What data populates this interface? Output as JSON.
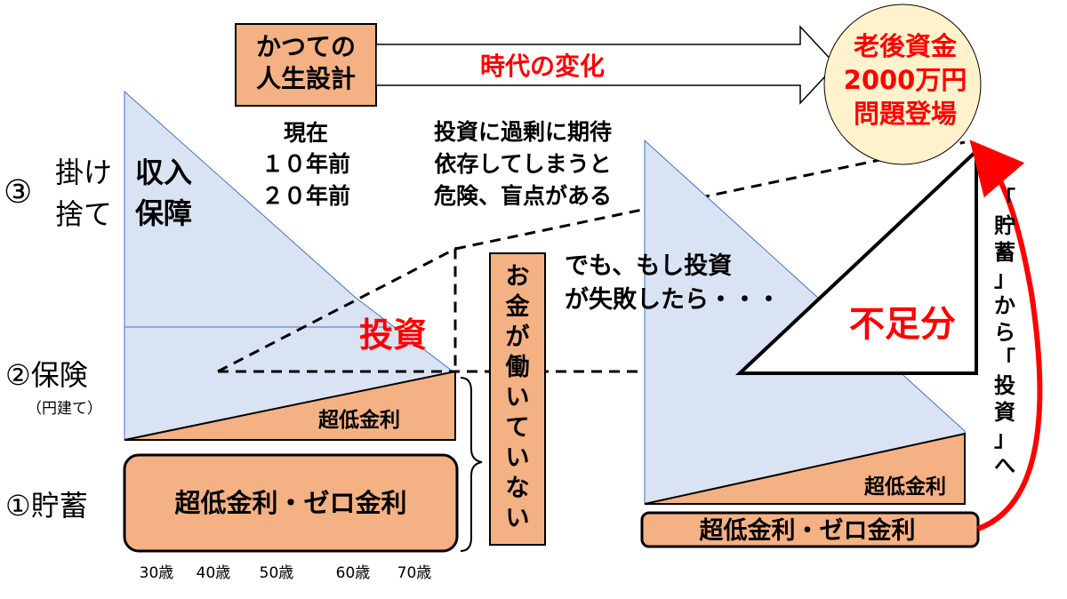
{
  "header": {
    "old_design_box": [
      "かつての",
      "人生設計"
    ],
    "change_label": "時代の変化",
    "goal_circle": [
      "老後資金",
      "2000万円",
      "問題登場"
    ]
  },
  "legend": {
    "current": "現在",
    "ten_years": "１０年前",
    "twenty_years": "２０年前"
  },
  "left_labels": {
    "kakesute": [
      "③",
      "掛け",
      "捨て"
    ],
    "hoken": "②保険",
    "hoken_sub": "（円建て）",
    "chochiku": "①貯蓄"
  },
  "left_chart": {
    "income_protection": [
      "収入",
      "保障"
    ],
    "investment": "投資",
    "low_rate": "超低金利",
    "low_zero_rate": "超低金利・ゼロ金利",
    "ages": [
      "30歳",
      "40歳",
      "50歳",
      "60歳",
      "70歳"
    ]
  },
  "middle": {
    "warning": [
      "投資に過剰に期待",
      "依存してしまうと",
      "危険、盲点がある"
    ],
    "money_not_working": [
      "お",
      "金",
      "が",
      "働",
      "い",
      "て",
      "い",
      "な",
      "い"
    ],
    "if_fail": [
      "でも、もし投資",
      "が失敗したら・・・"
    ]
  },
  "right_chart": {
    "shortfall": "不足分",
    "low_rate": "超低金利",
    "low_zero_rate": "超低金利・ゼロ金利",
    "vertical_note": [
      "「",
      "貯",
      "蓄",
      "」",
      "か",
      "ら",
      "「",
      "投",
      "資",
      "」",
      "へ"
    ]
  },
  "colors": {
    "orange_fill": "#f4b183",
    "blue_fill": "#dae3f3",
    "red": "#ff0000",
    "circle_fill": "#fff2cc"
  }
}
